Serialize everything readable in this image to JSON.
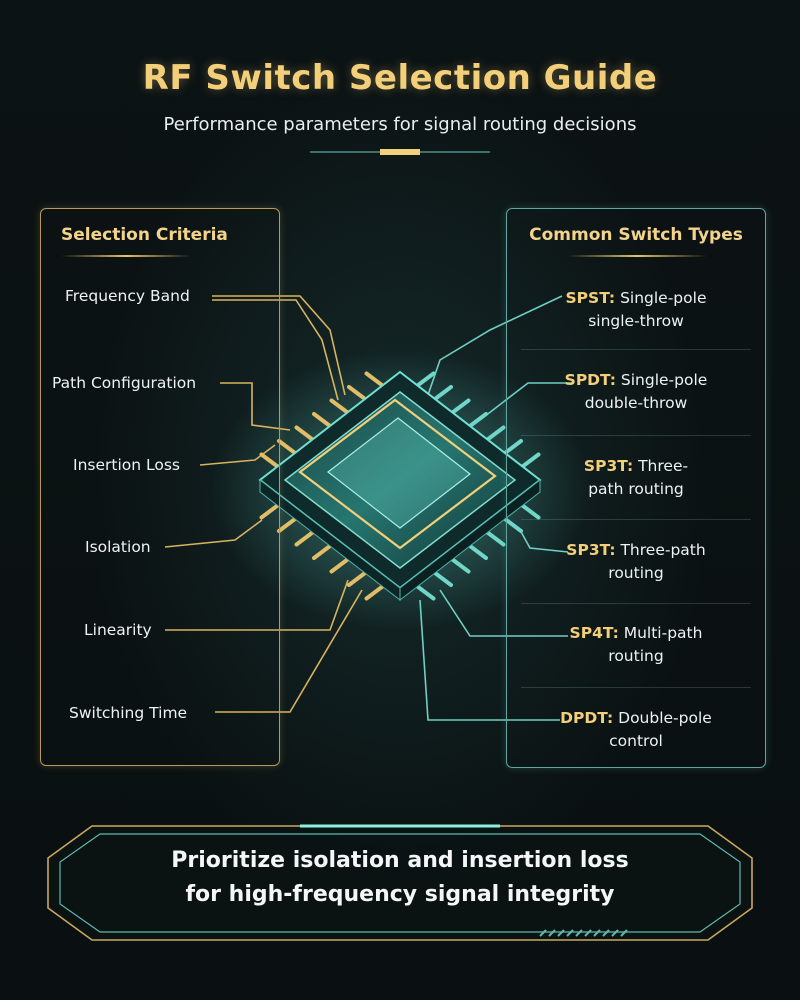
{
  "header": {
    "title": "RF Switch Selection Guide",
    "subtitle": "Performance parameters for signal routing decisions"
  },
  "left_panel": {
    "heading": "Selection Criteria",
    "items": [
      "Frequency Band",
      "Path Configuration",
      "Insertion Loss",
      "Isolation",
      "Linearity",
      "Switching Time"
    ]
  },
  "right_panel": {
    "heading": "Common Switch Types",
    "items": [
      {
        "code": "SPST:",
        "line1_rest": " Single-pole",
        "line2": "single-throw"
      },
      {
        "code": "SPDT:",
        "line1_rest": " Single-pole",
        "line2": "double-throw"
      },
      {
        "code": "SP3T:",
        "line1_rest": " Three-",
        "line2": "path routing"
      },
      {
        "code": "SP3T:",
        "line1_rest": " Three-path",
        "line2": "routing"
      },
      {
        "code": "SP4T:",
        "line1_rest": " Multi-path",
        "line2": "routing"
      },
      {
        "code": "DPDT:",
        "line1_rest": " Double-pole",
        "line2": "control"
      }
    ]
  },
  "banner": {
    "line1": "Prioritize isolation and insertion loss",
    "line2": "for high-frequency signal integrity"
  },
  "colors": {
    "gold": "#f3cf7a",
    "teal": "#5fd6c8",
    "background": "#0b1112"
  }
}
